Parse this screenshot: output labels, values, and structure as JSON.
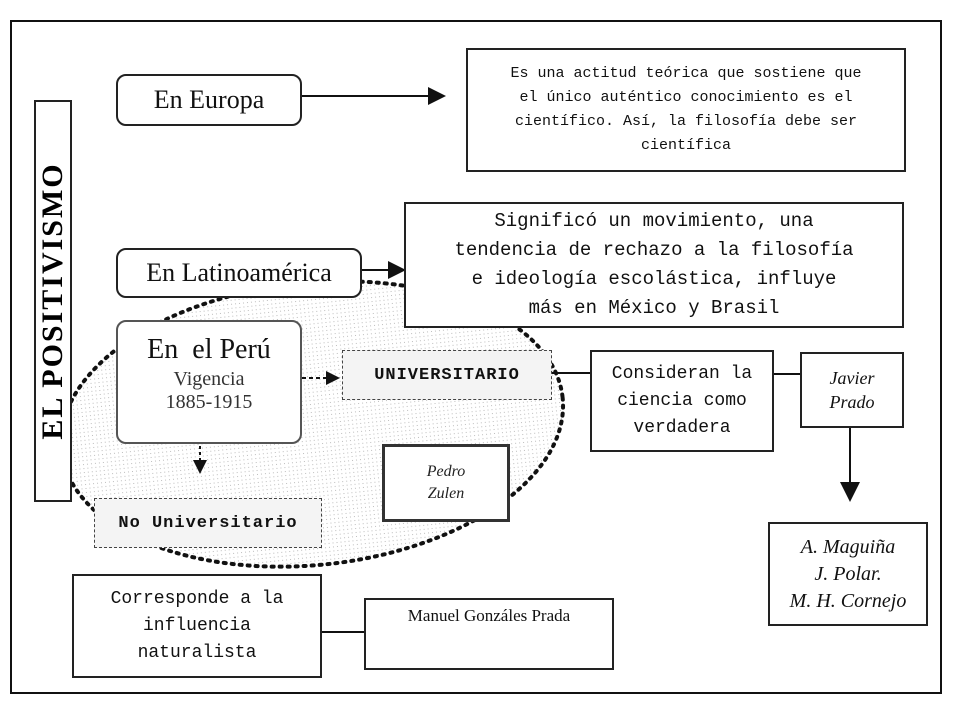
{
  "title": "EL POSITIVISMO",
  "europa": {
    "label": "En Europa",
    "description": "Es una actitud teórica que sostiene que\nel único auténtico conocimiento es el\ncientífico. Así, la filosofía debe ser\ncientífica"
  },
  "latinoamerica": {
    "label": "En Latinoamérica",
    "description": "Significó un movimiento, una\ntendencia de rechazo a la filosofía\ne ideología escolástica, influye\nmás en México y Brasil"
  },
  "peru": {
    "label": "En  el Perú",
    "vigencia_label": "Vigencia",
    "vigencia_years": "1885-1915",
    "universitario": "UNIVERSITARIO",
    "consideran": "Consideran la\nciencia como\nverdadera",
    "javier_prado": "Javier\nPrado",
    "followers": "A. Maguiña\nJ. Polar.\nM. H. Cornejo",
    "pedro_zulen": "Pedro\nZulen",
    "no_universitario": "No Universitario",
    "corresponde": "Corresponde a la\ninfluencia\nnaturalista",
    "gonzales_prada": "Manuel Gonzáles Prada"
  },
  "colors": {
    "ink": "#111111",
    "ellipse_fill": "#f2f2f2",
    "background": "#ffffff"
  }
}
